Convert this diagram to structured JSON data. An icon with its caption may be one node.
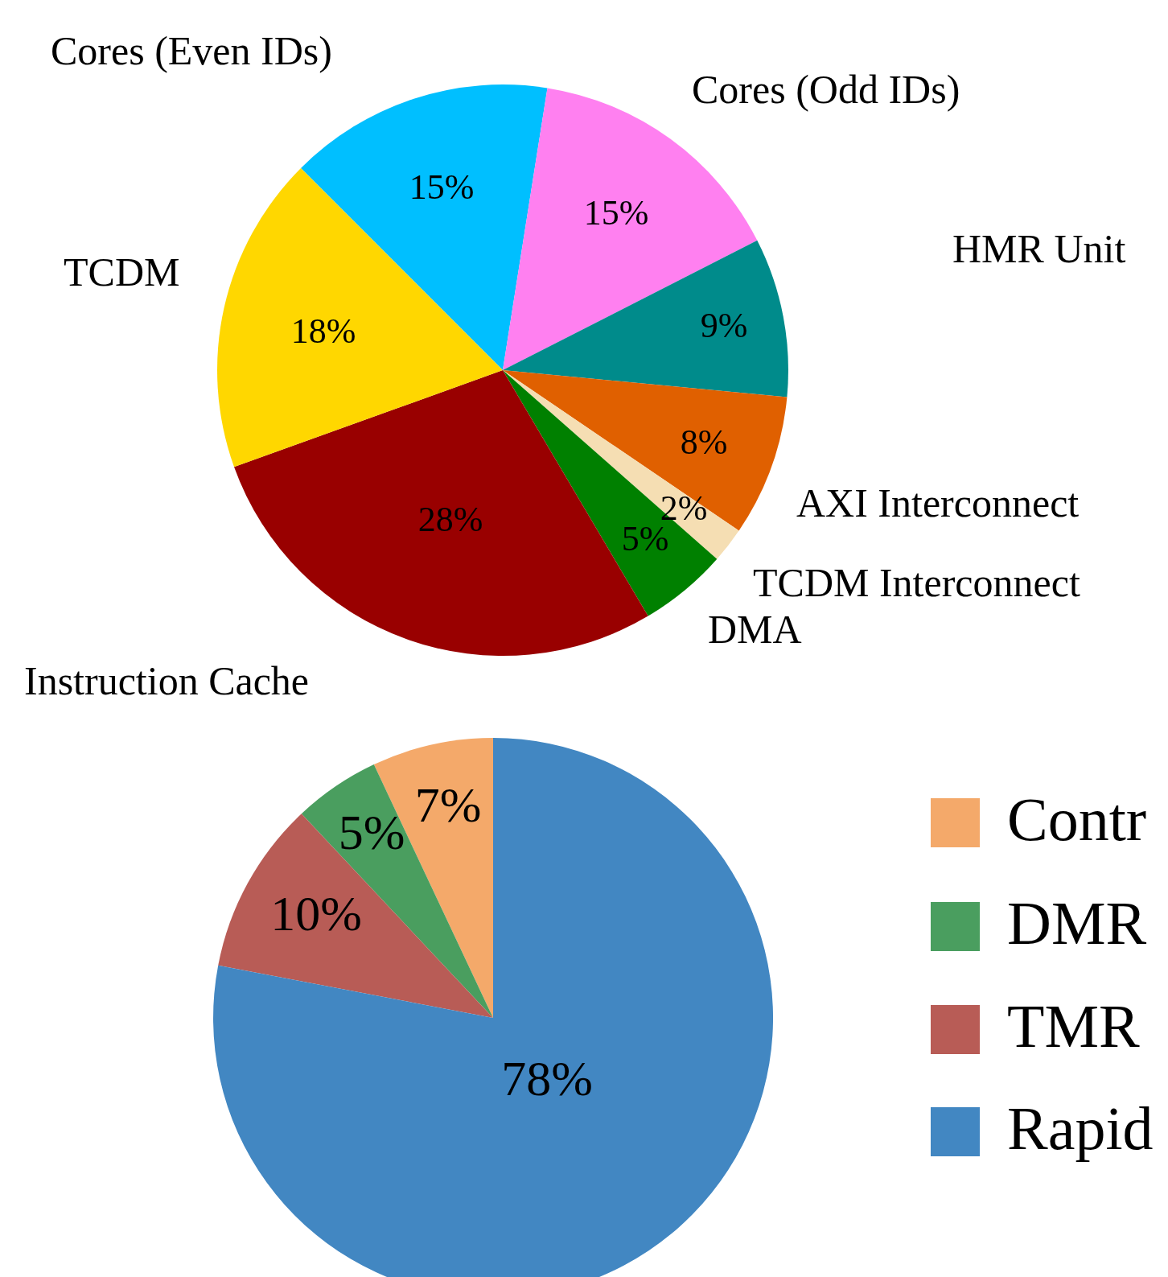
{
  "diagram": {
    "legend": [
      {
        "text": "Contr",
        "color": "#f4a96a"
      },
      {
        "text": "DMR",
        "color": "#4a9e5f"
      },
      {
        "text": "TMR",
        "color": "#b85c56"
      },
      {
        "text": "Rapid",
        "color": "#4287c2"
      }
    ],
    "chart_data": [
      {
        "type": "pie",
        "categories": [
          "Cores (Even IDs)",
          "Cores (Odd IDs)",
          "HMR Unit",
          "AXI Interconnect",
          "TCDM Interconnect",
          "DMA",
          "Instruction Cache",
          "TCDM"
        ],
        "values": [
          15,
          15,
          9,
          8,
          2,
          5,
          28,
          18
        ],
        "colors": [
          "#00bfff",
          "#ff80f0",
          "#008b8b",
          "#e06000",
          "#f5deb3",
          "#008000",
          "#990000",
          "#ffd700"
        ],
        "value_labels": [
          "15%",
          "15%",
          "9%",
          "8%",
          "2%",
          "5%",
          "28%",
          "18%"
        ]
      },
      {
        "type": "pie",
        "values": [
          7,
          5,
          10,
          78
        ],
        "colors": [
          "#f4a96a",
          "#4a9e5f",
          "#b85c56",
          "#4287c2"
        ],
        "value_labels": [
          "7%",
          "5%",
          "10%",
          "78%"
        ]
      }
    ]
  }
}
